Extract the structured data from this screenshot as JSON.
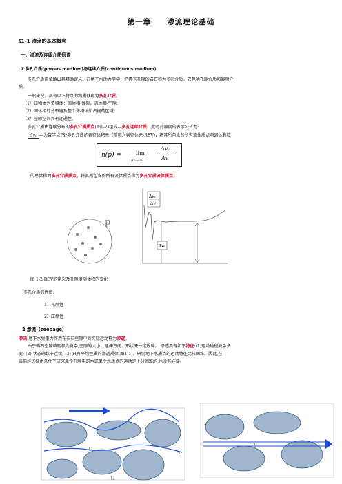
{
  "header": {
    "title": "第一章　　渗流理论基础"
  },
  "section": {
    "heading": "§1-1  渗流的基本概念"
  },
  "subsection1": {
    "heading": "一、渗流及连续介质假说"
  },
  "item1": {
    "heading": "1  多孔介质(porous medium)与连续介质(continuous medium)",
    "line1": "多孔介质简单给出其精确定义。在地下水动力学中，把具有孔隙的岩石称为多孔介质，它包括孔隙介质和裂隙介",
    "line2": "质。",
    "line3_prefix": "一般来说，具有以下特点的物质就称为",
    "line3_red": "多孔介质",
    "line3_suffix": "。",
    "features": [
      "（1）该物体为多相体：固体相-骨架，流体相-空隙;",
      "（2）固体相的分布遍及整个多相体所占据的区域;",
      "（3）空隙空间具有连通性。"
    ],
    "rev_prefix": "多孔介质由连续分布的",
    "rev_red1": "多孔介质质点",
    "rev_mid": "(图1-2)组成—",
    "rev_red2": "多孔连续介质",
    "rev_suffix": "。此时孔隙度的表示公式为:",
    "dv0_label": "Δv₀",
    "dv0_text": "—为数学点P处多孔介质的表征体积元（简称为表征体元-REV)，将其所包含的所有流体质点与固体颗粒",
    "formula_lhs": "n(p) =",
    "formula_lim": "lim",
    "formula_sub": "Δv→Δv₀",
    "formula_num": "Δvᵥ",
    "formula_den": "Δv",
    "after_prefix": "的总体称为",
    "after_red1": "多孔介质质点",
    "after_mid": "，将其所包含的所有流体质点称为",
    "after_red2": "多孔介质流体质点",
    "after_suffix": "。"
  },
  "figure1": {
    "p_label": "p",
    "ratio_num": "Δvᵥ",
    "ratio_den": "Δv",
    "dv0_label": "Δv₀",
    "caption": "图 1-2   REV的定义及孔隙度随体积的变化"
  },
  "properties": {
    "heading": "多孔介质的性质:",
    "items": [
      "1）孔隙性",
      "2）压缩性"
    ]
  },
  "item2": {
    "heading": "2    渗流（seepage）",
    "def_red1": "渗流",
    "def_text": ":地下水受重力作用在岩石空隙中的实际运动称为",
    "def_red2": "渗透",
    "def_suffix": "。",
    "line2_a": "由于岩石空隙结构极为复杂,空隙的大小、延伸方向、形状无一定规律。  渗透具有如下",
    "line2_red": "特征",
    "line2_b": ":(1)运动途径复杂多",
    "line3": "变; (2) 状态确数非连续; (3) 只有平均性质的渗透规律(图1-1)。研究地下水质点的运动特征比较困难。因此,在",
    "line4": "当前经济技术条件下研究单个孔隙中的水或单个水质点的运动是十分困难的,也没有必要。"
  },
  "figure2": {
    "u_top": "u",
    "u_bottom": "u",
    "u_right": "u",
    "page_number": "3"
  }
}
